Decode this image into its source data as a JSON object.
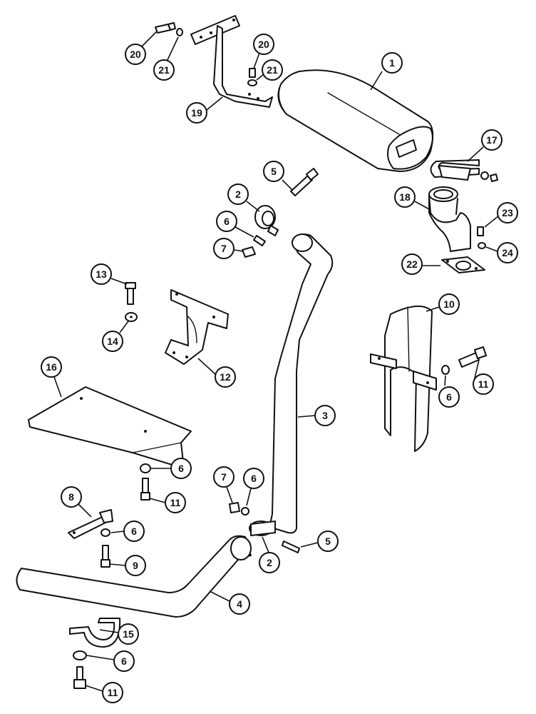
{
  "diagram": {
    "type": "exploded-parts-diagram",
    "line_color": "#111111",
    "background": "#ffffff",
    "callouts": [
      {
        "id": "c1",
        "label": "1"
      },
      {
        "id": "c2a",
        "label": "2"
      },
      {
        "id": "c2b",
        "label": "2"
      },
      {
        "id": "c3",
        "label": "3"
      },
      {
        "id": "c4",
        "label": "4"
      },
      {
        "id": "c5a",
        "label": "5"
      },
      {
        "id": "c5b",
        "label": "5"
      },
      {
        "id": "c6a",
        "label": "6"
      },
      {
        "id": "c6b",
        "label": "6"
      },
      {
        "id": "c6c",
        "label": "6"
      },
      {
        "id": "c6d",
        "label": "6"
      },
      {
        "id": "c6e",
        "label": "6"
      },
      {
        "id": "c6f",
        "label": "6"
      },
      {
        "id": "c7a",
        "label": "7"
      },
      {
        "id": "c7b",
        "label": "7"
      },
      {
        "id": "c8",
        "label": "8"
      },
      {
        "id": "c9",
        "label": "9"
      },
      {
        "id": "c10",
        "label": "10"
      },
      {
        "id": "c11a",
        "label": "11"
      },
      {
        "id": "c11b",
        "label": "11"
      },
      {
        "id": "c11c",
        "label": "11"
      },
      {
        "id": "c12",
        "label": "12"
      },
      {
        "id": "c13",
        "label": "13"
      },
      {
        "id": "c14",
        "label": "14"
      },
      {
        "id": "c15",
        "label": "15"
      },
      {
        "id": "c16",
        "label": "16"
      },
      {
        "id": "c17",
        "label": "17"
      },
      {
        "id": "c18",
        "label": "18"
      },
      {
        "id": "c19",
        "label": "19"
      },
      {
        "id": "c20a",
        "label": "20"
      },
      {
        "id": "c20b",
        "label": "20"
      },
      {
        "id": "c21a",
        "label": "21"
      },
      {
        "id": "c21b",
        "label": "21"
      },
      {
        "id": "c22",
        "label": "22"
      },
      {
        "id": "c23",
        "label": "23"
      },
      {
        "id": "c24",
        "label": "24"
      }
    ]
  }
}
